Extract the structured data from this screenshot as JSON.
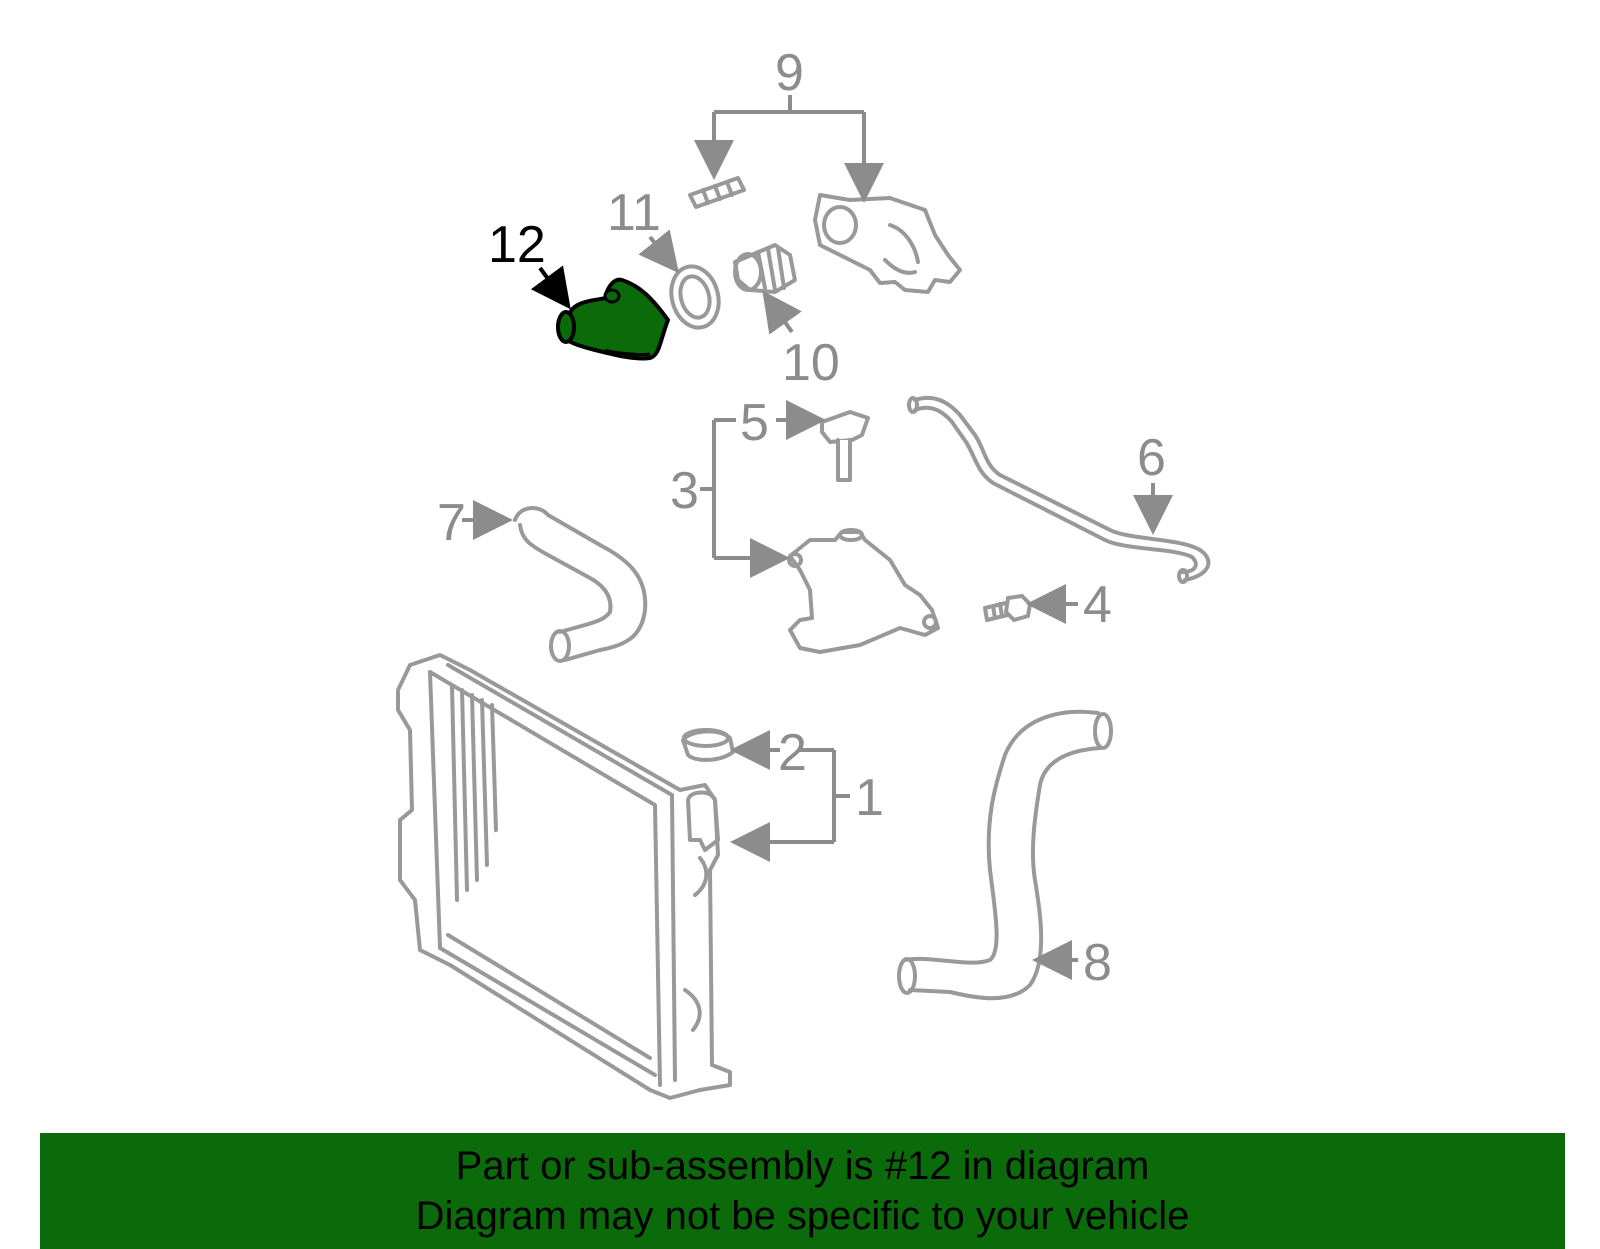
{
  "diagram": {
    "highlight_color": "#0b6b0b",
    "highlighted_part": "12",
    "callouts": {
      "c1": "1",
      "c2": "2",
      "c3": "3",
      "c4": "4",
      "c5": "5",
      "c6": "6",
      "c7": "7",
      "c8": "8",
      "c9": "9",
      "c10": "10",
      "c11": "11",
      "c12": "12"
    }
  },
  "banner": {
    "line1": "Part or sub-assembly is #12 in diagram",
    "line2": "Diagram may not be specific to your vehicle",
    "background": "#0b6b0b"
  }
}
